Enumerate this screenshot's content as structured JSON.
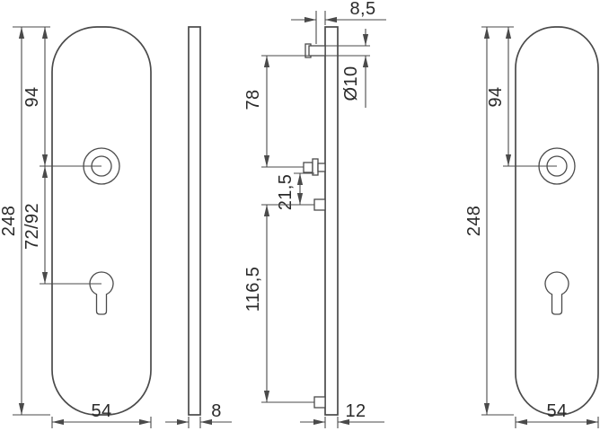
{
  "drawing": {
    "type": "technical-drawing",
    "subject": "security escutcheon plates with fixing details",
    "colors": {
      "line": "#4a4a4a",
      "text": "#2a2a2a",
      "background": "#ffffff"
    },
    "views": {
      "front_left": {
        "overall_height": "248",
        "top_to_handle_center": "94",
        "handle_to_cylinder": "72/92",
        "width": "54"
      },
      "side_plain": {
        "thickness": "8"
      },
      "side_fixings": {
        "top_offset": "8,5",
        "pin_diameter": "Ø10",
        "pin_to_screw": "78",
        "screw_to_pin": "21,5",
        "pin_to_pin": "116,5",
        "thickness": "12"
      },
      "front_right": {
        "overall_height": "248",
        "top_to_handle_center": "94",
        "width": "54"
      }
    }
  }
}
